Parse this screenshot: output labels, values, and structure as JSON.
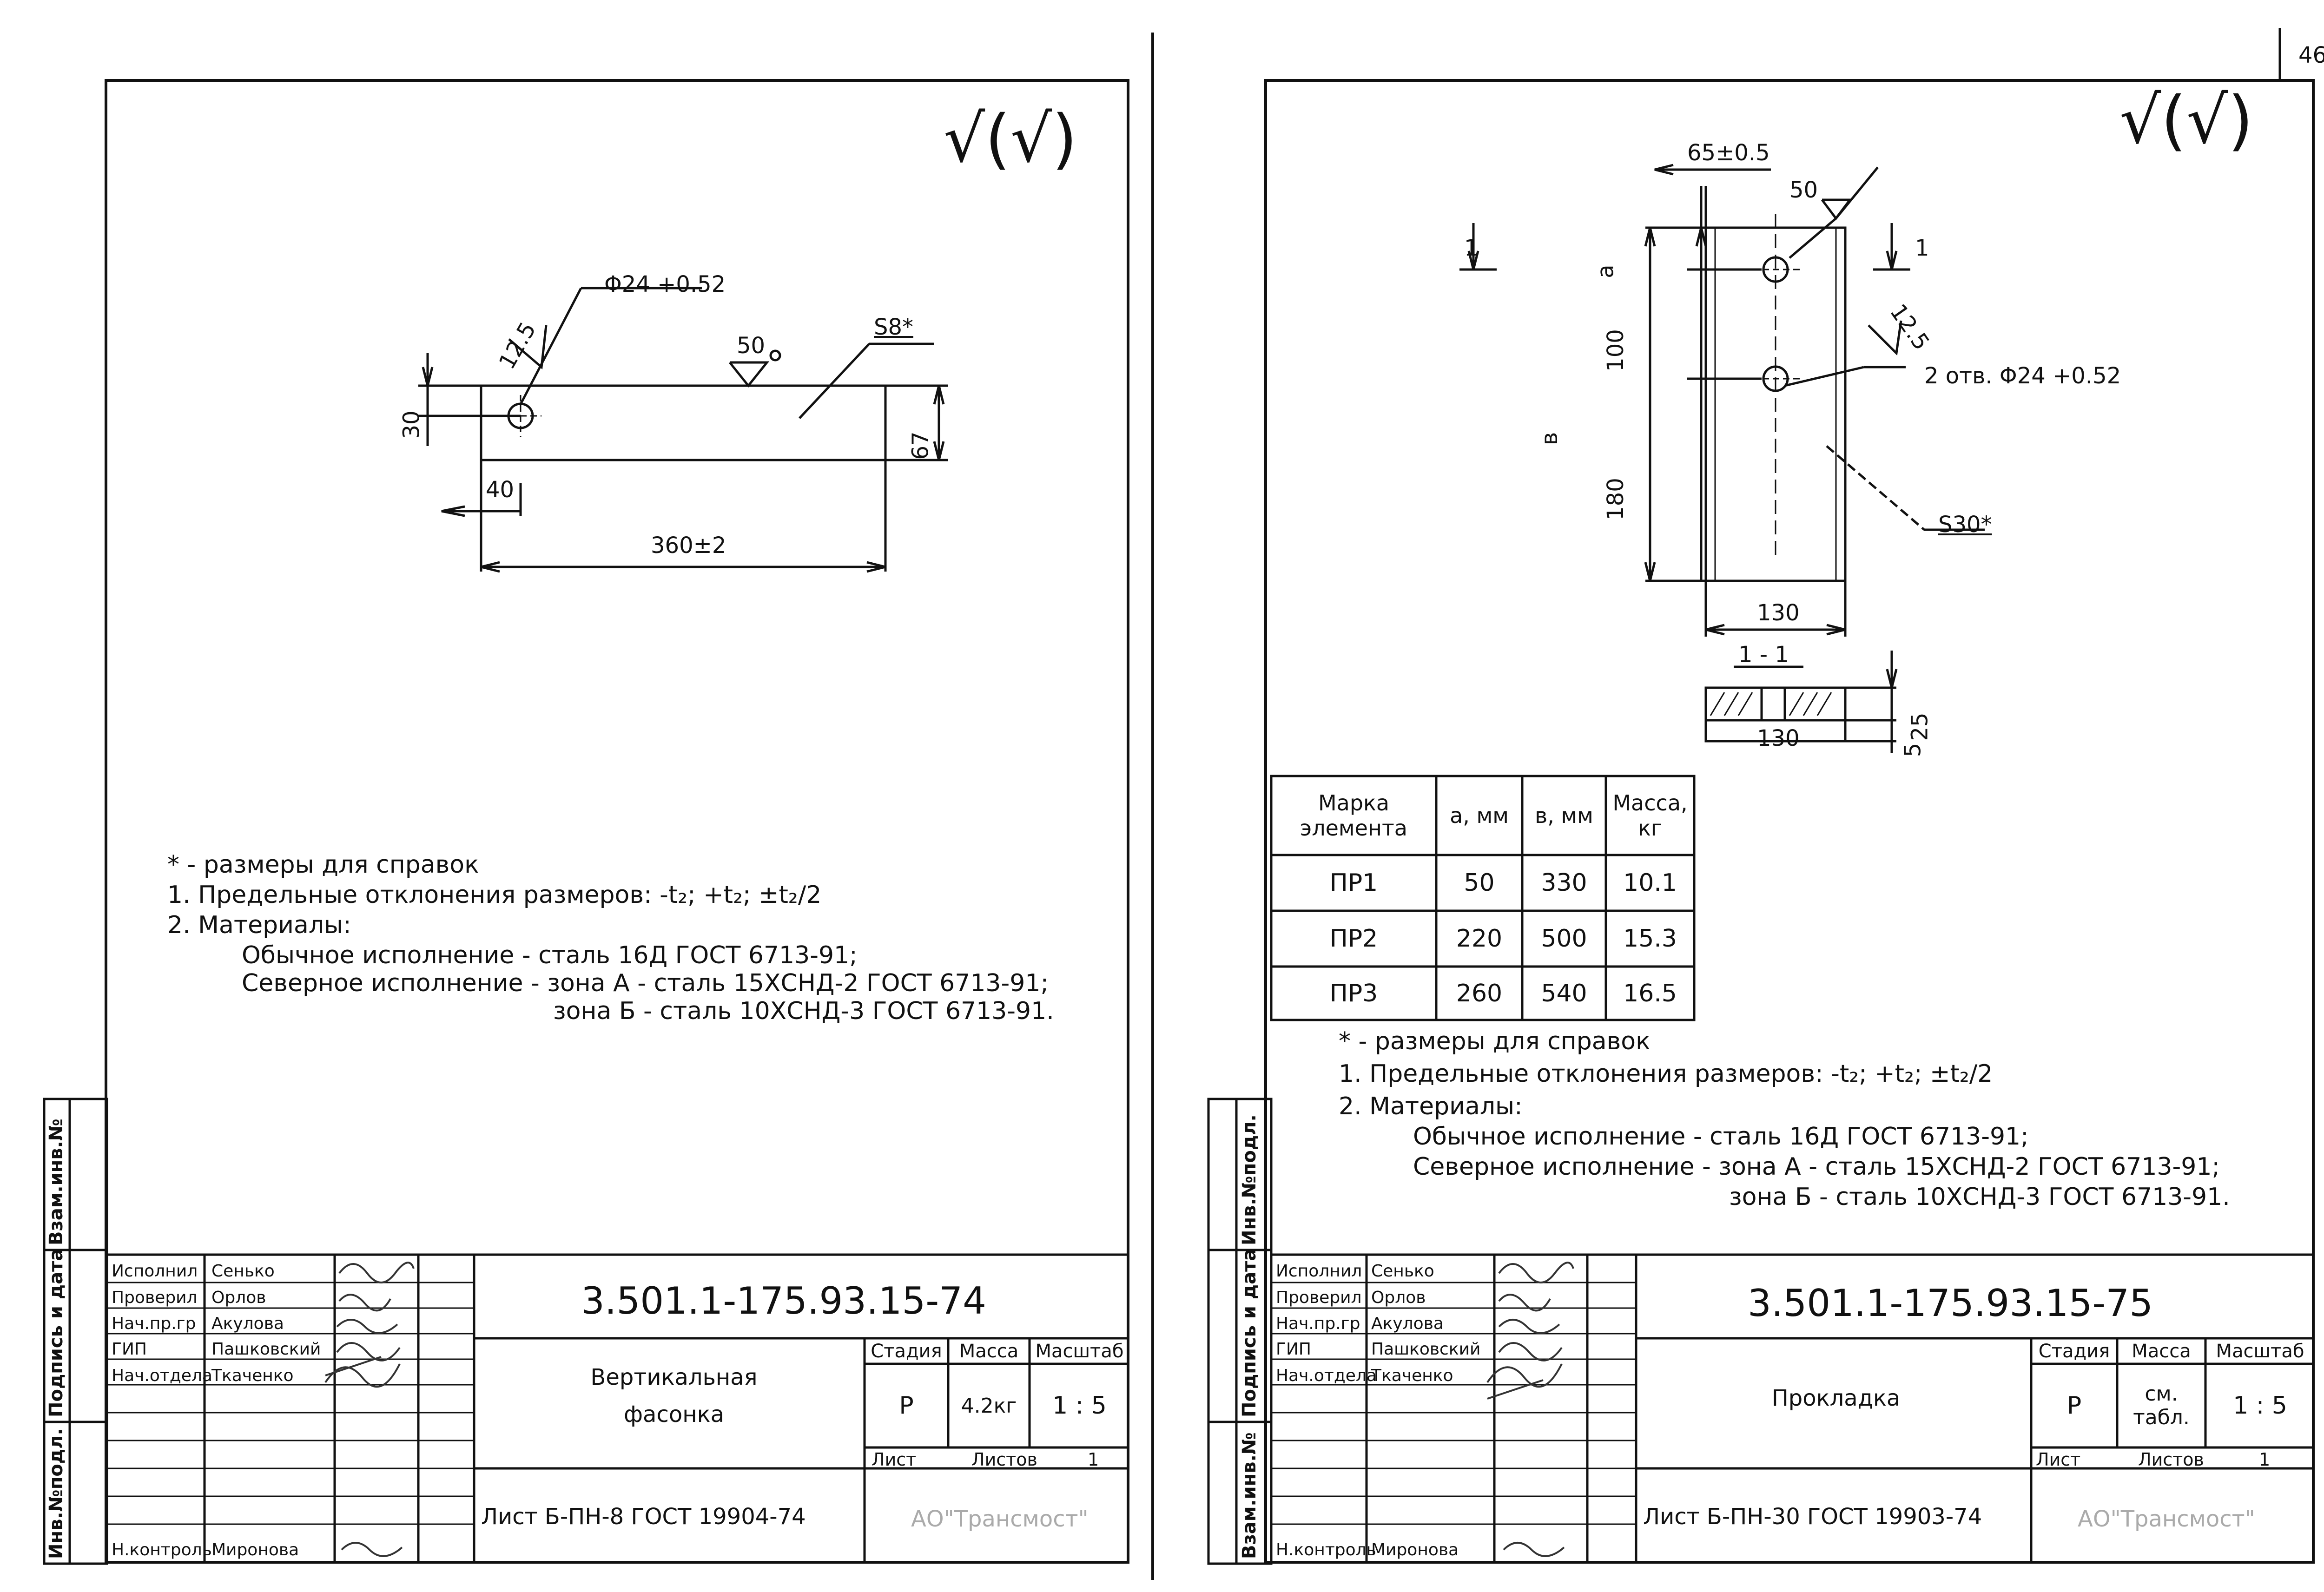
{
  "page_number": "46",
  "left": {
    "drawing": {
      "roughness_main": "√(√)",
      "dim_hole": "Φ24 +0.52",
      "rough_hole": "12.5",
      "rough_edge": "50",
      "thickness": "S8*",
      "dim_30": "30",
      "dim_67": "67",
      "dim_40": "40",
      "dim_length": "360±2"
    },
    "notes": {
      "star": "* - размеры для справок",
      "n1": "1. Предельные отклонения размеров: -t₂; +t₂; ±t₂/2",
      "n2": "2. Материалы:",
      "n2a": "Обычное исполнение - сталь 16Д ГОСТ 6713-91;",
      "n2b": "Северное исполнение - зона А - сталь 15ХСНД-2 ГОСТ 6713-91;",
      "n2c": "зона Б - сталь 10ХСНД-3 ГОСТ 6713-91."
    },
    "side_labels": {
      "a": "Инв.№подл.",
      "b": "Подпись и дата",
      "c": "Взам.инв.№"
    },
    "title_block": {
      "rows": [
        {
          "role": "Исполнил",
          "name": "Сенько"
        },
        {
          "role": "Проверил",
          "name": "Орлов"
        },
        {
          "role": "Нач.пр.гр",
          "name": "Акулова"
        },
        {
          "role": "ГИП",
          "name": "Пашковский"
        },
        {
          "role": "Нач.отдела",
          "name": "Ткаченко"
        },
        {
          "role": "Н.контроль",
          "name": "Миронова"
        }
      ],
      "doc_number": "3.501.1-175.93.15-74",
      "part_name_1": "Вертикальная",
      "part_name_2": "фасонка",
      "h_stage": "Стадия",
      "h_mass": "Масса",
      "h_scale": "Масштаб",
      "stage": "Р",
      "mass": "4.2кг",
      "scale": "1 : 5",
      "sheet": "Лист",
      "sheets": "Листов",
      "sheets_val": "1",
      "material": "Лист Б-ПН-8 ГОСТ 19904-74",
      "org": "АО\"Трансмост\""
    }
  },
  "right": {
    "drawing": {
      "roughness_main": "√(√)",
      "dim_width_tol": "65±0.5",
      "rough_edge": "50",
      "section_mark": "1",
      "dim_a": "a",
      "dim_100": "100",
      "dim_b": "в",
      "dim_180": "180",
      "rough_hole": "12.5",
      "holes": "2 отв. Φ24 +0.52",
      "thickness": "S30*",
      "dim_130": "130",
      "section_title": "1 - 1",
      "dim_25": "25",
      "dim_5": "5",
      "dim_130b": "130"
    },
    "table": {
      "headers": [
        "Марка элемента",
        "а, мм",
        "в, мм",
        "Масса, кг"
      ],
      "rows": [
        [
          "ПР1",
          "50",
          "330",
          "10.1"
        ],
        [
          "ПР2",
          "220",
          "500",
          "15.3"
        ],
        [
          "ПР3",
          "260",
          "540",
          "16.5"
        ]
      ]
    },
    "notes": {
      "star": "* - размеры для справок",
      "n1": "1. Предельные отклонения размеров: -t₂; +t₂; ±t₂/2",
      "n2": "2. Материалы:",
      "n2a": "Обычное исполнение - сталь 16Д ГОСТ 6713-91;",
      "n2b": "Северное исполнение - зона А - сталь 15ХСНД-2 ГОСТ 6713-91;",
      "n2c": "зона Б - сталь 10ХСНД-3 ГОСТ 6713-91."
    },
    "side_labels": {
      "a": "Инв.№подл.",
      "b": "Подпись и дата",
      "c": "Взам.инв.№"
    },
    "title_block": {
      "rows": [
        {
          "role": "Исполнил",
          "name": "Сенько"
        },
        {
          "role": "Проверил",
          "name": "Орлов"
        },
        {
          "role": "Нач.пр.гр",
          "name": "Акулова"
        },
        {
          "role": "ГИП",
          "name": "Пашковский"
        },
        {
          "role": "Нач.отдела",
          "name": "Ткаченко"
        },
        {
          "role": "Н.контроль",
          "name": "Миронова"
        }
      ],
      "doc_number": "3.501.1-175.93.15-75",
      "part_name_1": "Прокладка",
      "h_stage": "Стадия",
      "h_mass": "Масса",
      "h_scale": "Масштаб",
      "stage": "Р",
      "mass": "см. табл.",
      "scale": "1 : 5",
      "sheet": "Лист",
      "sheets": "Листов",
      "sheets_val": "1",
      "material": "Лист Б-ПН-30 ГОСТ 19903-74",
      "org": "АО\"Трансмост\""
    }
  }
}
